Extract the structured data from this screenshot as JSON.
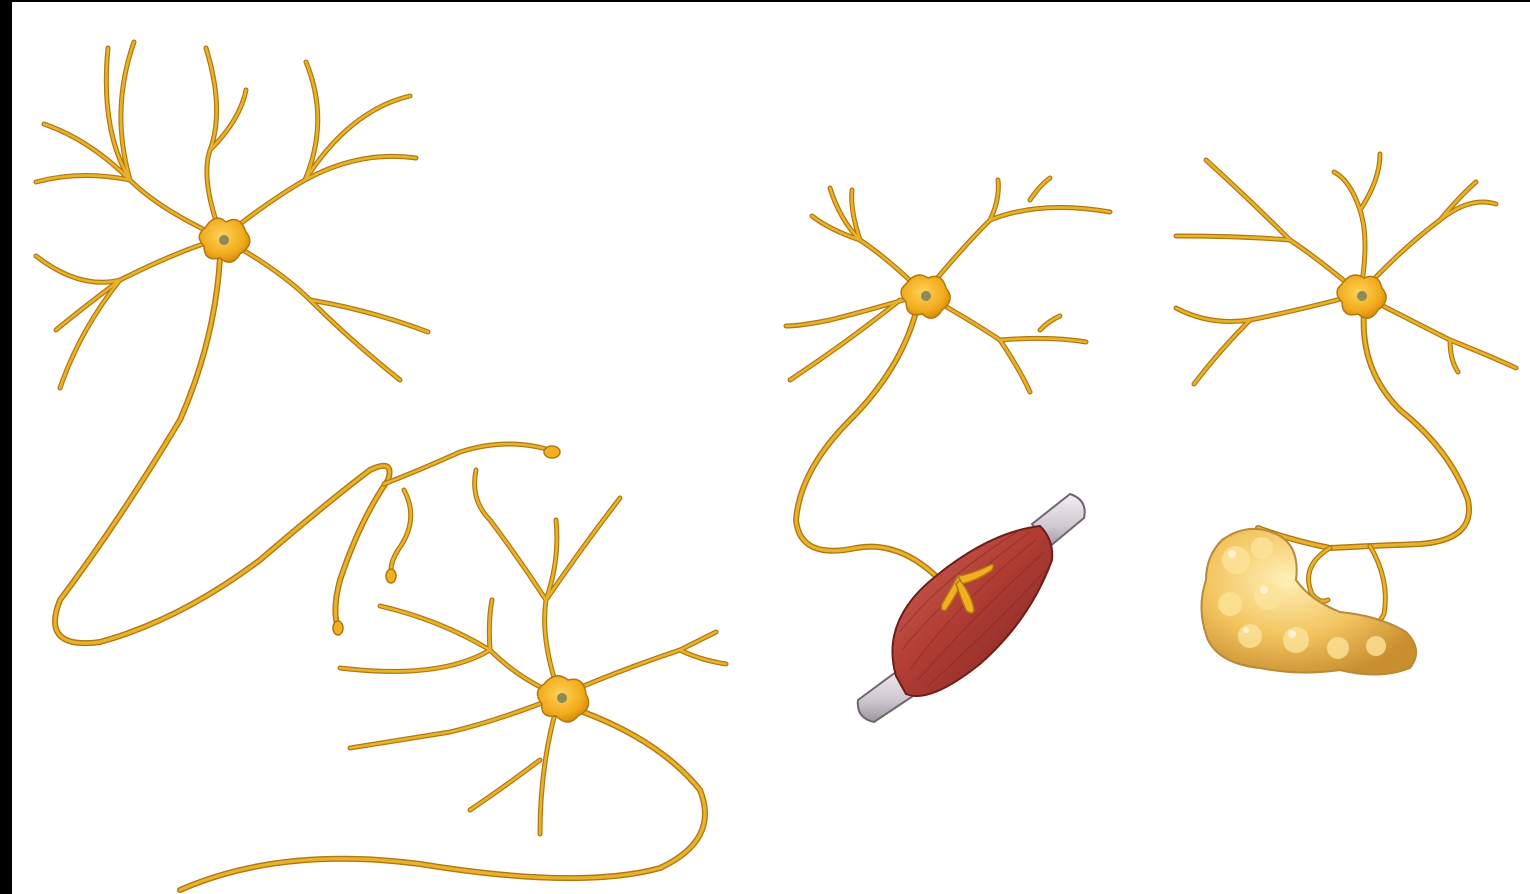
{
  "figure": {
    "description_visible_text": "",
    "panels": [
      {
        "id": "neuron-to-neuron",
        "parts": [
          "presynaptic-neuron",
          "postsynaptic-neuron"
        ]
      },
      {
        "id": "neuron-to-muscle",
        "parts": [
          "motor-neuron",
          "muscle-fiber"
        ]
      },
      {
        "id": "neuron-to-gland",
        "parts": [
          "secretory-neuron",
          "gland-tissue"
        ]
      }
    ]
  },
  "colors": {
    "background": "#000000",
    "canvas": "#ffffff",
    "neuron_fill": "#f2b021",
    "neuron_outline": "#b07810",
    "nucleus": "#8a8a5a",
    "muscle": "#b5443a",
    "muscle_dark": "#7e2622",
    "tendon": "#dcd6dc",
    "gland": "#f0c060",
    "gland_highlight": "#fde49a"
  },
  "icons": {
    "neuron": "neuron-icon",
    "muscle": "muscle-fiber-icon",
    "gland": "gland-icon"
  }
}
